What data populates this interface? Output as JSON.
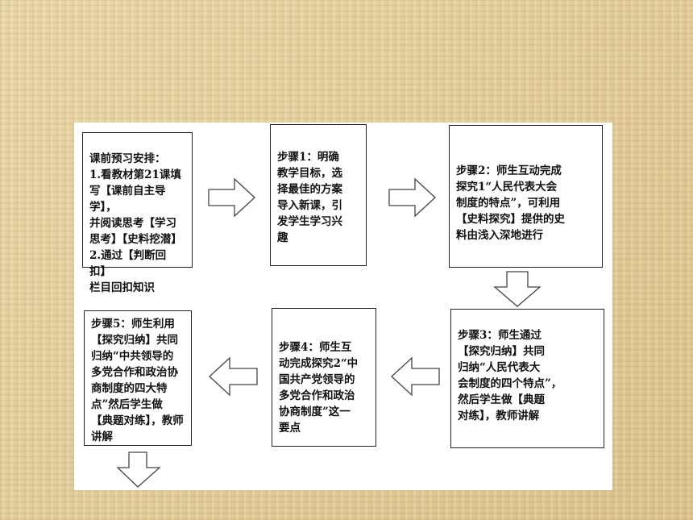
{
  "steps": [
    {
      "id": "pre",
      "text": "课前预习安排：\n1.看教材第21课填\n写【课前自主导学】，\n并阅读思考【学习\n思考】【史料挖潜】\n2.通过【判断回扣】\n栏目回扣知识"
    },
    {
      "id": "s1",
      "text": "步骤1：明确\n教学目标，选\n择最佳的方案\n导入新课，引\n发学生学习兴\n趣"
    },
    {
      "id": "s2",
      "text": "步骤2：师生互动完成\n探究1“人民代表大会\n制度的特点”，可利用\n【史料探究】提供的史\n料由浅入深地进行"
    },
    {
      "id": "s3",
      "text": "步骤3：师生通过\n【探究归纳】共同\n归纳“人民代表大\n会制度的四个特点”，\n然后学生做【典题\n对练】，教师讲解"
    },
    {
      "id": "s4",
      "text": "步骤4：师生互\n动完成探究2“中\n国共产党领导的\n多党合作和政治\n协商制度”这一\n要点"
    },
    {
      "id": "s5",
      "text": "步骤5：师生利用\n【探究归纳】共同\n归纳“中共领导的\n多党合作和政治协\n商制度的四大特\n点”然后学生做\n【典题对练】，教师\n讲解"
    }
  ]
}
